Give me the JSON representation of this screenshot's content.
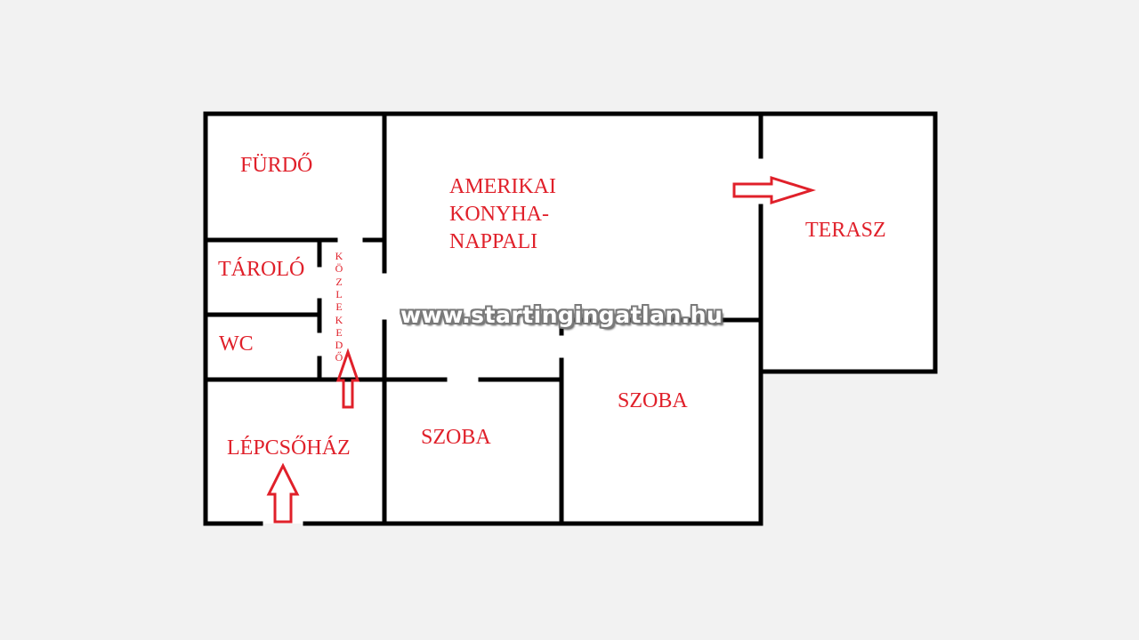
{
  "colors": {
    "background": "#f2f2f2",
    "plan_fill": "#ffffff",
    "wall": "#000000",
    "label": "#e0202a",
    "arrow": "#e0202a"
  },
  "rooms": {
    "furdo": "FÜRDŐ",
    "amerikai_konyha": "AMERIKAI\nKONYHA-\nNAPPALI",
    "terasz": "TERASZ",
    "tarolo": "TÁROLÓ",
    "wc": "WC",
    "lepcsohaz": "LÉPCSŐHÁZ",
    "szoba_1": "SZOBA",
    "szoba_2": "SZOBA"
  },
  "corridor": {
    "letters": [
      "K",
      "Ö",
      "Z",
      "L",
      "E",
      "K",
      "E",
      "D",
      "Ő"
    ]
  },
  "watermark": "www.startingingatlan.hu",
  "arrows": [
    {
      "name": "arrow-up-entrance",
      "direction": "up"
    },
    {
      "name": "arrow-up-corridor",
      "direction": "up"
    },
    {
      "name": "arrow-right-terrace",
      "direction": "right"
    }
  ]
}
